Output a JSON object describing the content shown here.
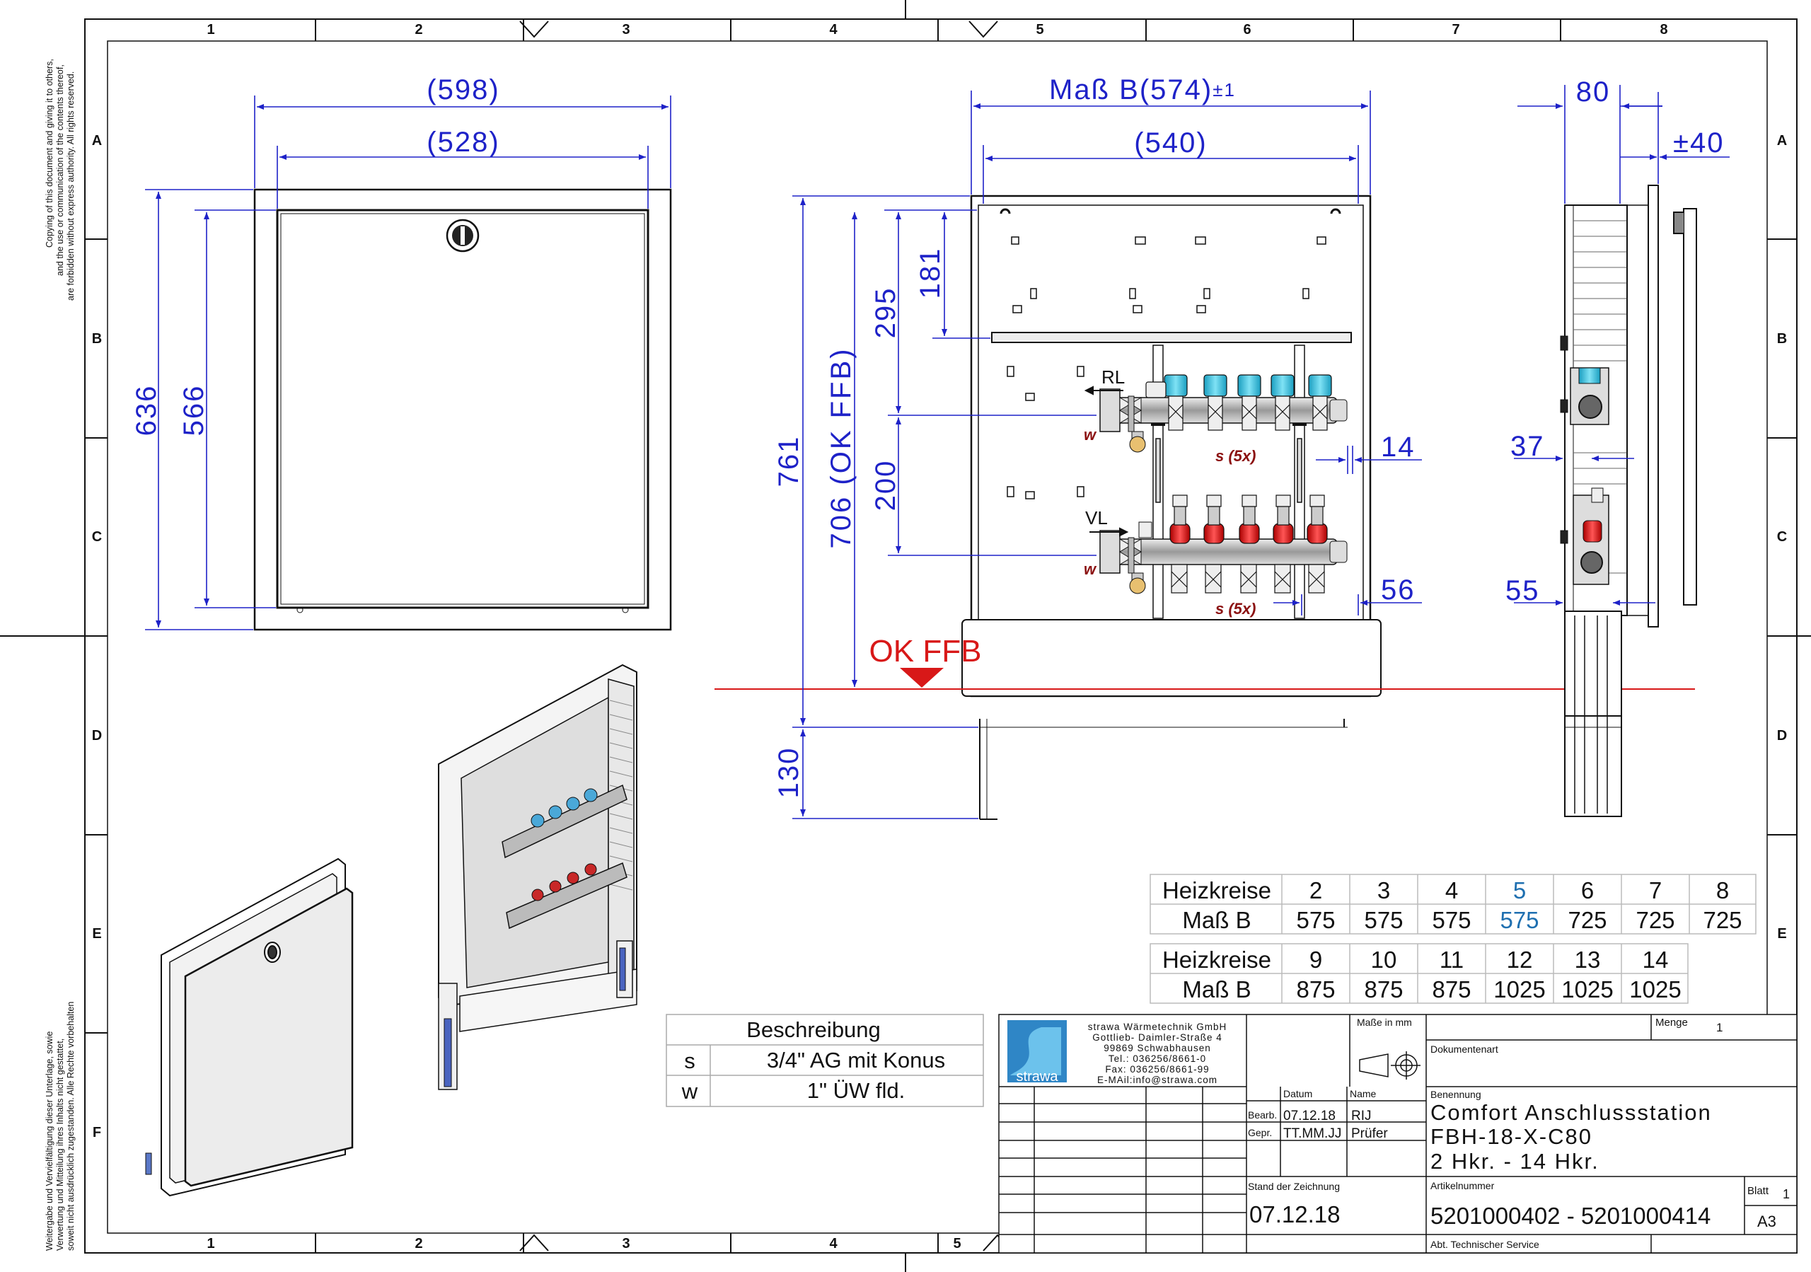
{
  "frame": {
    "columns": [
      "1",
      "2",
      "3",
      "4",
      "5",
      "6",
      "7",
      "8"
    ],
    "rows": [
      "A",
      "B",
      "C",
      "D",
      "E",
      "F"
    ],
    "copyright_top": [
      "Copying of this document and giving it to others,",
      "and the use or communication of the contents thereof,",
      "are forbidden without express authority. All rights reserved."
    ],
    "copyright_bottom": [
      "Weitergabe und Vervielfältigung dieser Unterlage, sowie",
      "Verwertung und Mitteilung ihres Inhalts nicht gestattet,",
      "soweit nicht ausdrücklich zugestanden. Alle Rechte vorbehalten"
    ]
  },
  "front_view": {
    "dim_outer_width": "(598)",
    "dim_inner_width": "(528)",
    "dim_outer_height": "636",
    "dim_inner_height": "566"
  },
  "middle_view": {
    "dim_mass_b": "Maß B(574)",
    "dim_mass_b_tol": "±1",
    "dim_540": "(540)",
    "dim_181": "181",
    "dim_295": "295",
    "dim_200": "200",
    "dim_761": "761",
    "dim_706": "706 (OK FFB)",
    "dim_130": "130",
    "dim_14": "14",
    "dim_56": "56",
    "label_rl": "RL",
    "label_vl": "VL",
    "label_w_top": "w",
    "label_w_bottom": "w",
    "label_s_top": "s (5x)",
    "label_s_bottom": "s (5x)",
    "ok_ffb": "OK FFB"
  },
  "side_view": {
    "dim_80": "80",
    "dim_40": "±40",
    "dim_37": "37",
    "dim_55": "55"
  },
  "size_table_1": {
    "row1_label": "Heizkreise",
    "row2_label": "Maß B",
    "circuits": [
      "2",
      "3",
      "4",
      "5",
      "6",
      "7",
      "8"
    ],
    "widths": [
      "575",
      "575",
      "575",
      "575",
      "725",
      "725",
      "725"
    ]
  },
  "size_table_2": {
    "row1_label": "Heizkreise",
    "row2_label": "Maß B",
    "circuits": [
      "9",
      "10",
      "11",
      "12",
      "13",
      "14"
    ],
    "widths": [
      "875",
      "875",
      "875",
      "1025",
      "1025",
      "1025"
    ]
  },
  "description_table": {
    "header": "Beschreibung",
    "rows": [
      {
        "key": "s",
        "value": "3/4\" AG mit Konus"
      },
      {
        "key": "w",
        "value": "1\" ÜW fld."
      }
    ]
  },
  "title_block": {
    "company": [
      "strawa Wärmetechnik GmbH",
      "Gottlieb- Daimler-Straße 4",
      "99869 Schwabhausen",
      "Tel.: 036256/8661-0",
      "Fax: 036256/8661-99",
      "E-MAil:info@strawa.com"
    ],
    "logo_text": "strawa",
    "masse_label": "Maße in mm",
    "menge_label": "Menge",
    "menge_value": "1",
    "dokumentenart_label": "Dokumentenart",
    "datum_label": "Datum",
    "name_label": "Name",
    "bearb_label": "Bearb.",
    "bearb_date": "07.12.18",
    "bearb_name": "RIJ",
    "gepr_label": "Gepr.",
    "gepr_date": "TT.MM.JJ",
    "gepr_name": "Prüfer",
    "benennung_label": "Benennung",
    "benennung": [
      "Comfort Anschlussstation",
      "FBH-18-X-C80",
      "2 Hkr. - 14 Hkr."
    ],
    "stand_label": "Stand der Zeichnung",
    "stand_date": "07.12.18",
    "artikel_label": "Artikelnummer",
    "artikel": "5201000402 - 5201000414",
    "blatt_label": "Blatt",
    "blatt_value": "1",
    "format": "A3",
    "abt": "Abt. Technischer Service"
  },
  "colors": {
    "dimension": "#1e22c8",
    "floor_line": "#d81818",
    "return_cap": "#33c2e0",
    "flow_cap": "#d81818",
    "label_red": "#8b1010"
  }
}
